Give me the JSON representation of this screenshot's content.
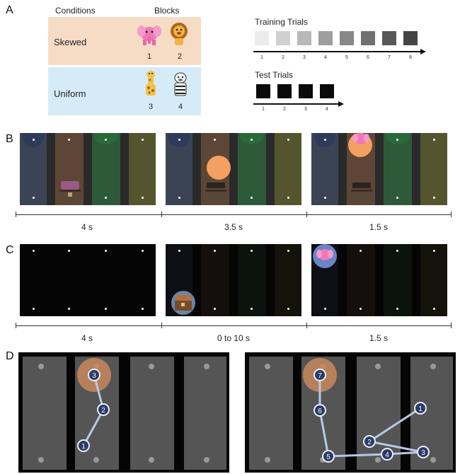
{
  "panel_labels": {
    "a": "A",
    "b": "B",
    "c": "C",
    "d": "D"
  },
  "conditions_header": "Conditions",
  "blocks_header": "Blocks",
  "conditions": [
    {
      "name": "Skewed",
      "color": "#f6dcc5",
      "blocks": [
        "1",
        "2"
      ],
      "icons": [
        "elephant-icon",
        "lion-icon"
      ]
    },
    {
      "name": "Uniform",
      "color": "#d6ebf8",
      "blocks": [
        "3",
        "4"
      ],
      "icons": [
        "giraffe-icon",
        "zebra-icon"
      ]
    }
  ],
  "training": {
    "title": "Training Trials",
    "ticks": [
      "1",
      "2",
      "3",
      "4",
      "5",
      "6",
      "7",
      "8"
    ],
    "colors": [
      "#ececec",
      "#d0d0d0",
      "#b8b8b8",
      "#9e9e9e",
      "#888888",
      "#707070",
      "#585858",
      "#444444"
    ]
  },
  "test": {
    "title": "Test Trials",
    "ticks": [
      "1",
      "2",
      "3",
      "4"
    ],
    "color": "#0a0a0a"
  },
  "row_b": {
    "durations": [
      "4 s",
      "3.5 s",
      "1.5 s"
    ]
  },
  "row_c": {
    "durations": [
      "4 s",
      "0 to 10 s",
      "1.5 s"
    ]
  },
  "column_colors": [
    "#3a4455",
    "#5e4636",
    "#2f5a3a",
    "#54552e"
  ],
  "path_left": [
    "1",
    "2",
    "3"
  ],
  "path_right": [
    "1",
    "2",
    "3",
    "4",
    "5",
    "6",
    "7"
  ]
}
